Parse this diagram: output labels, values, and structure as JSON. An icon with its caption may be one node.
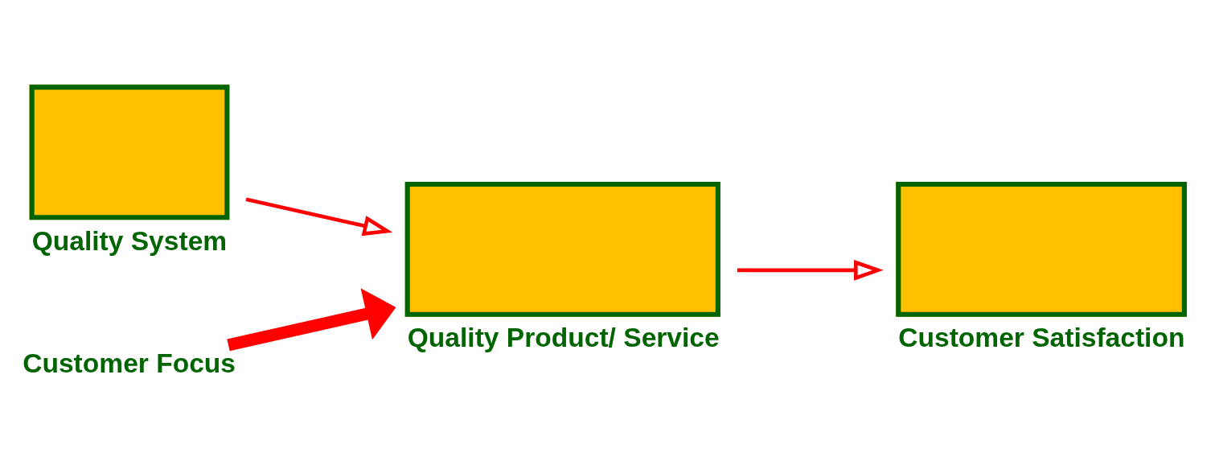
{
  "diagram": {
    "nodes": [
      {
        "text": [
          "Quality System"
        ]
      },
      {
        "text": [
          "Quality Product/ Service"
        ]
      },
      {
        "text": [
          "Customer Satisfaction"
        ]
      },
      {
        "text": [
          "Customer Focus"
        ]
      }
    ],
    "edges": [
      {
        "from": 0,
        "to": 1,
        "arrow": "to"
      },
      {
        "from": 1,
        "to": 2,
        "arrow": "to"
      },
      {
        "from": 3,
        "to": 1,
        "arrow": "to",
        "style": "thick"
      }
    ]
  }
}
